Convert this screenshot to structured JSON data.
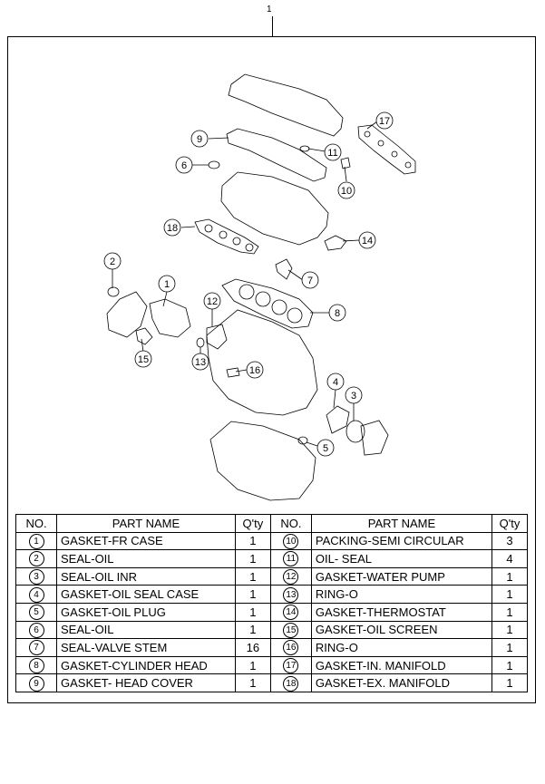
{
  "page_number": "1",
  "callouts": [
    "1",
    "2",
    "3",
    "4",
    "5",
    "6",
    "7",
    "8",
    "9",
    "10",
    "11",
    "12",
    "13",
    "14",
    "15",
    "16",
    "17",
    "18"
  ],
  "table": {
    "headers": [
      "NO.",
      "PART NAME",
      "Q'ty",
      "NO.",
      "PART NAME",
      "Q'ty"
    ],
    "left": [
      {
        "no": "1",
        "name": "GASKET-FR CASE",
        "qty": "1"
      },
      {
        "no": "2",
        "name": "SEAL-OIL",
        "qty": "1"
      },
      {
        "no": "3",
        "name": "SEAL-OIL INR",
        "qty": "1"
      },
      {
        "no": "4",
        "name": "GASKET-OIL SEAL CASE",
        "qty": "1"
      },
      {
        "no": "5",
        "name": "GASKET-OIL PLUG",
        "qty": "1"
      },
      {
        "no": "6",
        "name": "SEAL-OIL",
        "qty": "1"
      },
      {
        "no": "7",
        "name": "SEAL-VALVE STEM",
        "qty": "16"
      },
      {
        "no": "8",
        "name": "GASKET-CYLINDER HEAD",
        "qty": "1"
      },
      {
        "no": "9",
        "name": "GASKET- HEAD COVER",
        "qty": "1"
      }
    ],
    "right": [
      {
        "no": "10",
        "name": "PACKING-SEMI CIRCULAR",
        "qty": "3"
      },
      {
        "no": "11",
        "name": "OIL- SEAL",
        "qty": "4"
      },
      {
        "no": "12",
        "name": "GASKET-WATER PUMP",
        "qty": "1"
      },
      {
        "no": "13",
        "name": "RING-O",
        "qty": "1"
      },
      {
        "no": "14",
        "name": "GASKET-THERMOSTAT",
        "qty": "1"
      },
      {
        "no": "15",
        "name": "GASKET-OIL SCREEN",
        "qty": "1"
      },
      {
        "no": "16",
        "name": "RING-O",
        "qty": "1"
      },
      {
        "no": "17",
        "name": "GASKET-IN. MANIFOLD",
        "qty": "1"
      },
      {
        "no": "18",
        "name": "GASKET-EX. MANIFOLD",
        "qty": "1"
      }
    ]
  }
}
